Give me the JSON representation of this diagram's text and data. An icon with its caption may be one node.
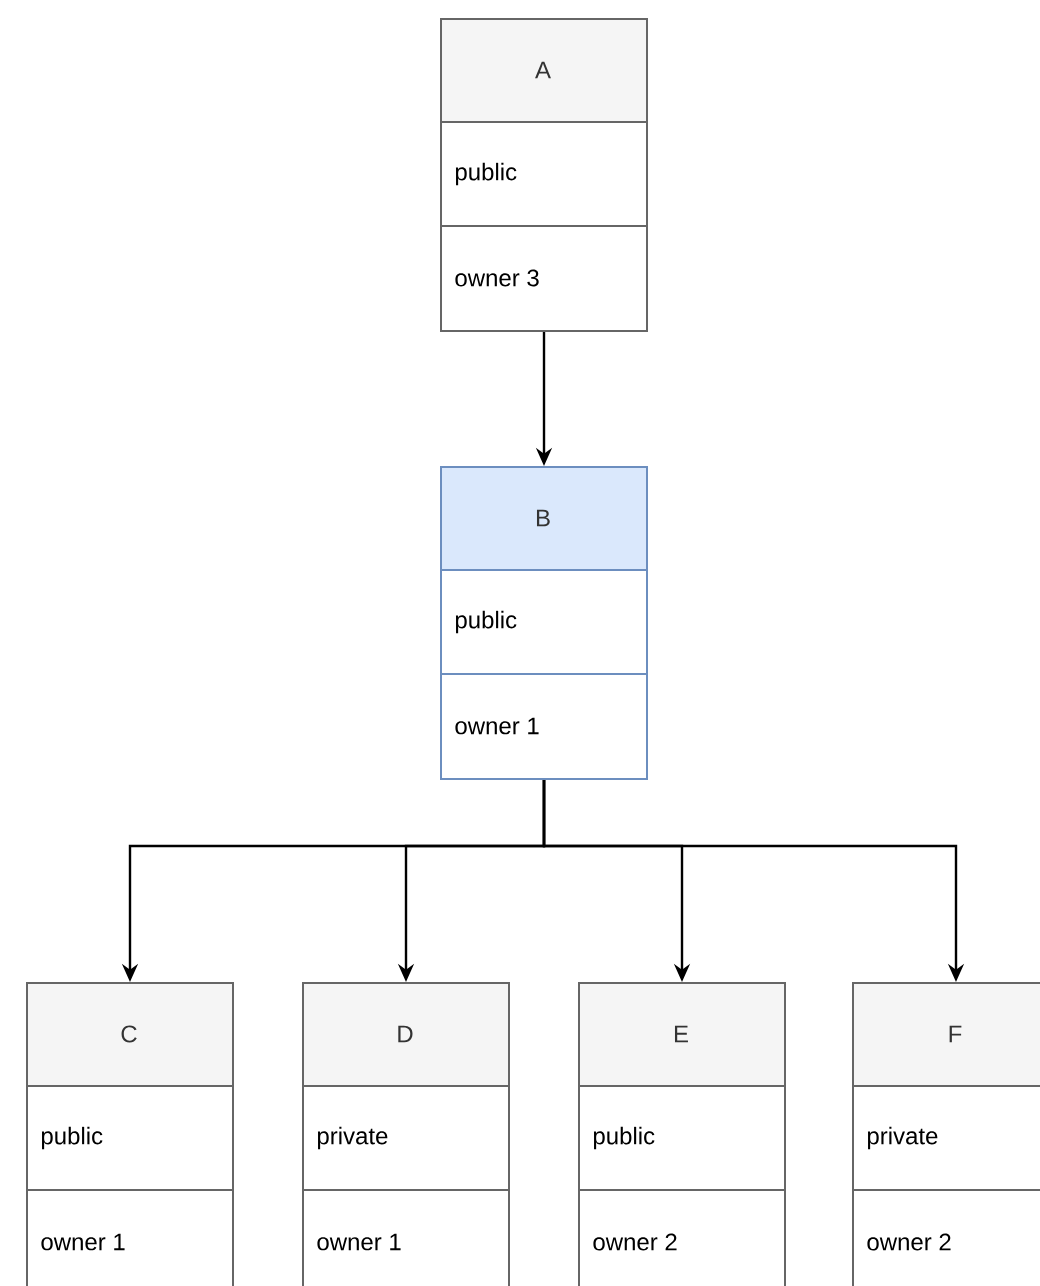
{
  "diagram": {
    "nodes": [
      {
        "text": [
          "A",
          "public",
          "owner 3"
        ]
      },
      {
        "text": [
          "B",
          "public",
          "owner 1"
        ]
      },
      {
        "text": [
          "C",
          "public",
          "owner 1"
        ]
      },
      {
        "text": [
          "D",
          "private",
          "owner 1"
        ]
      },
      {
        "text": [
          "E",
          "public",
          "owner 2"
        ]
      },
      {
        "text": [
          "F",
          "private",
          "owner 2"
        ]
      }
    ],
    "edges": [
      {
        "from": 0,
        "to": 1,
        "arrow": "to"
      },
      {
        "from": 1,
        "to": 2,
        "arrow": "to"
      },
      {
        "from": 1,
        "to": 3,
        "arrow": "to"
      },
      {
        "from": 1,
        "to": 4,
        "arrow": "to"
      },
      {
        "from": 1,
        "to": 5,
        "arrow": "to"
      }
    ]
  }
}
